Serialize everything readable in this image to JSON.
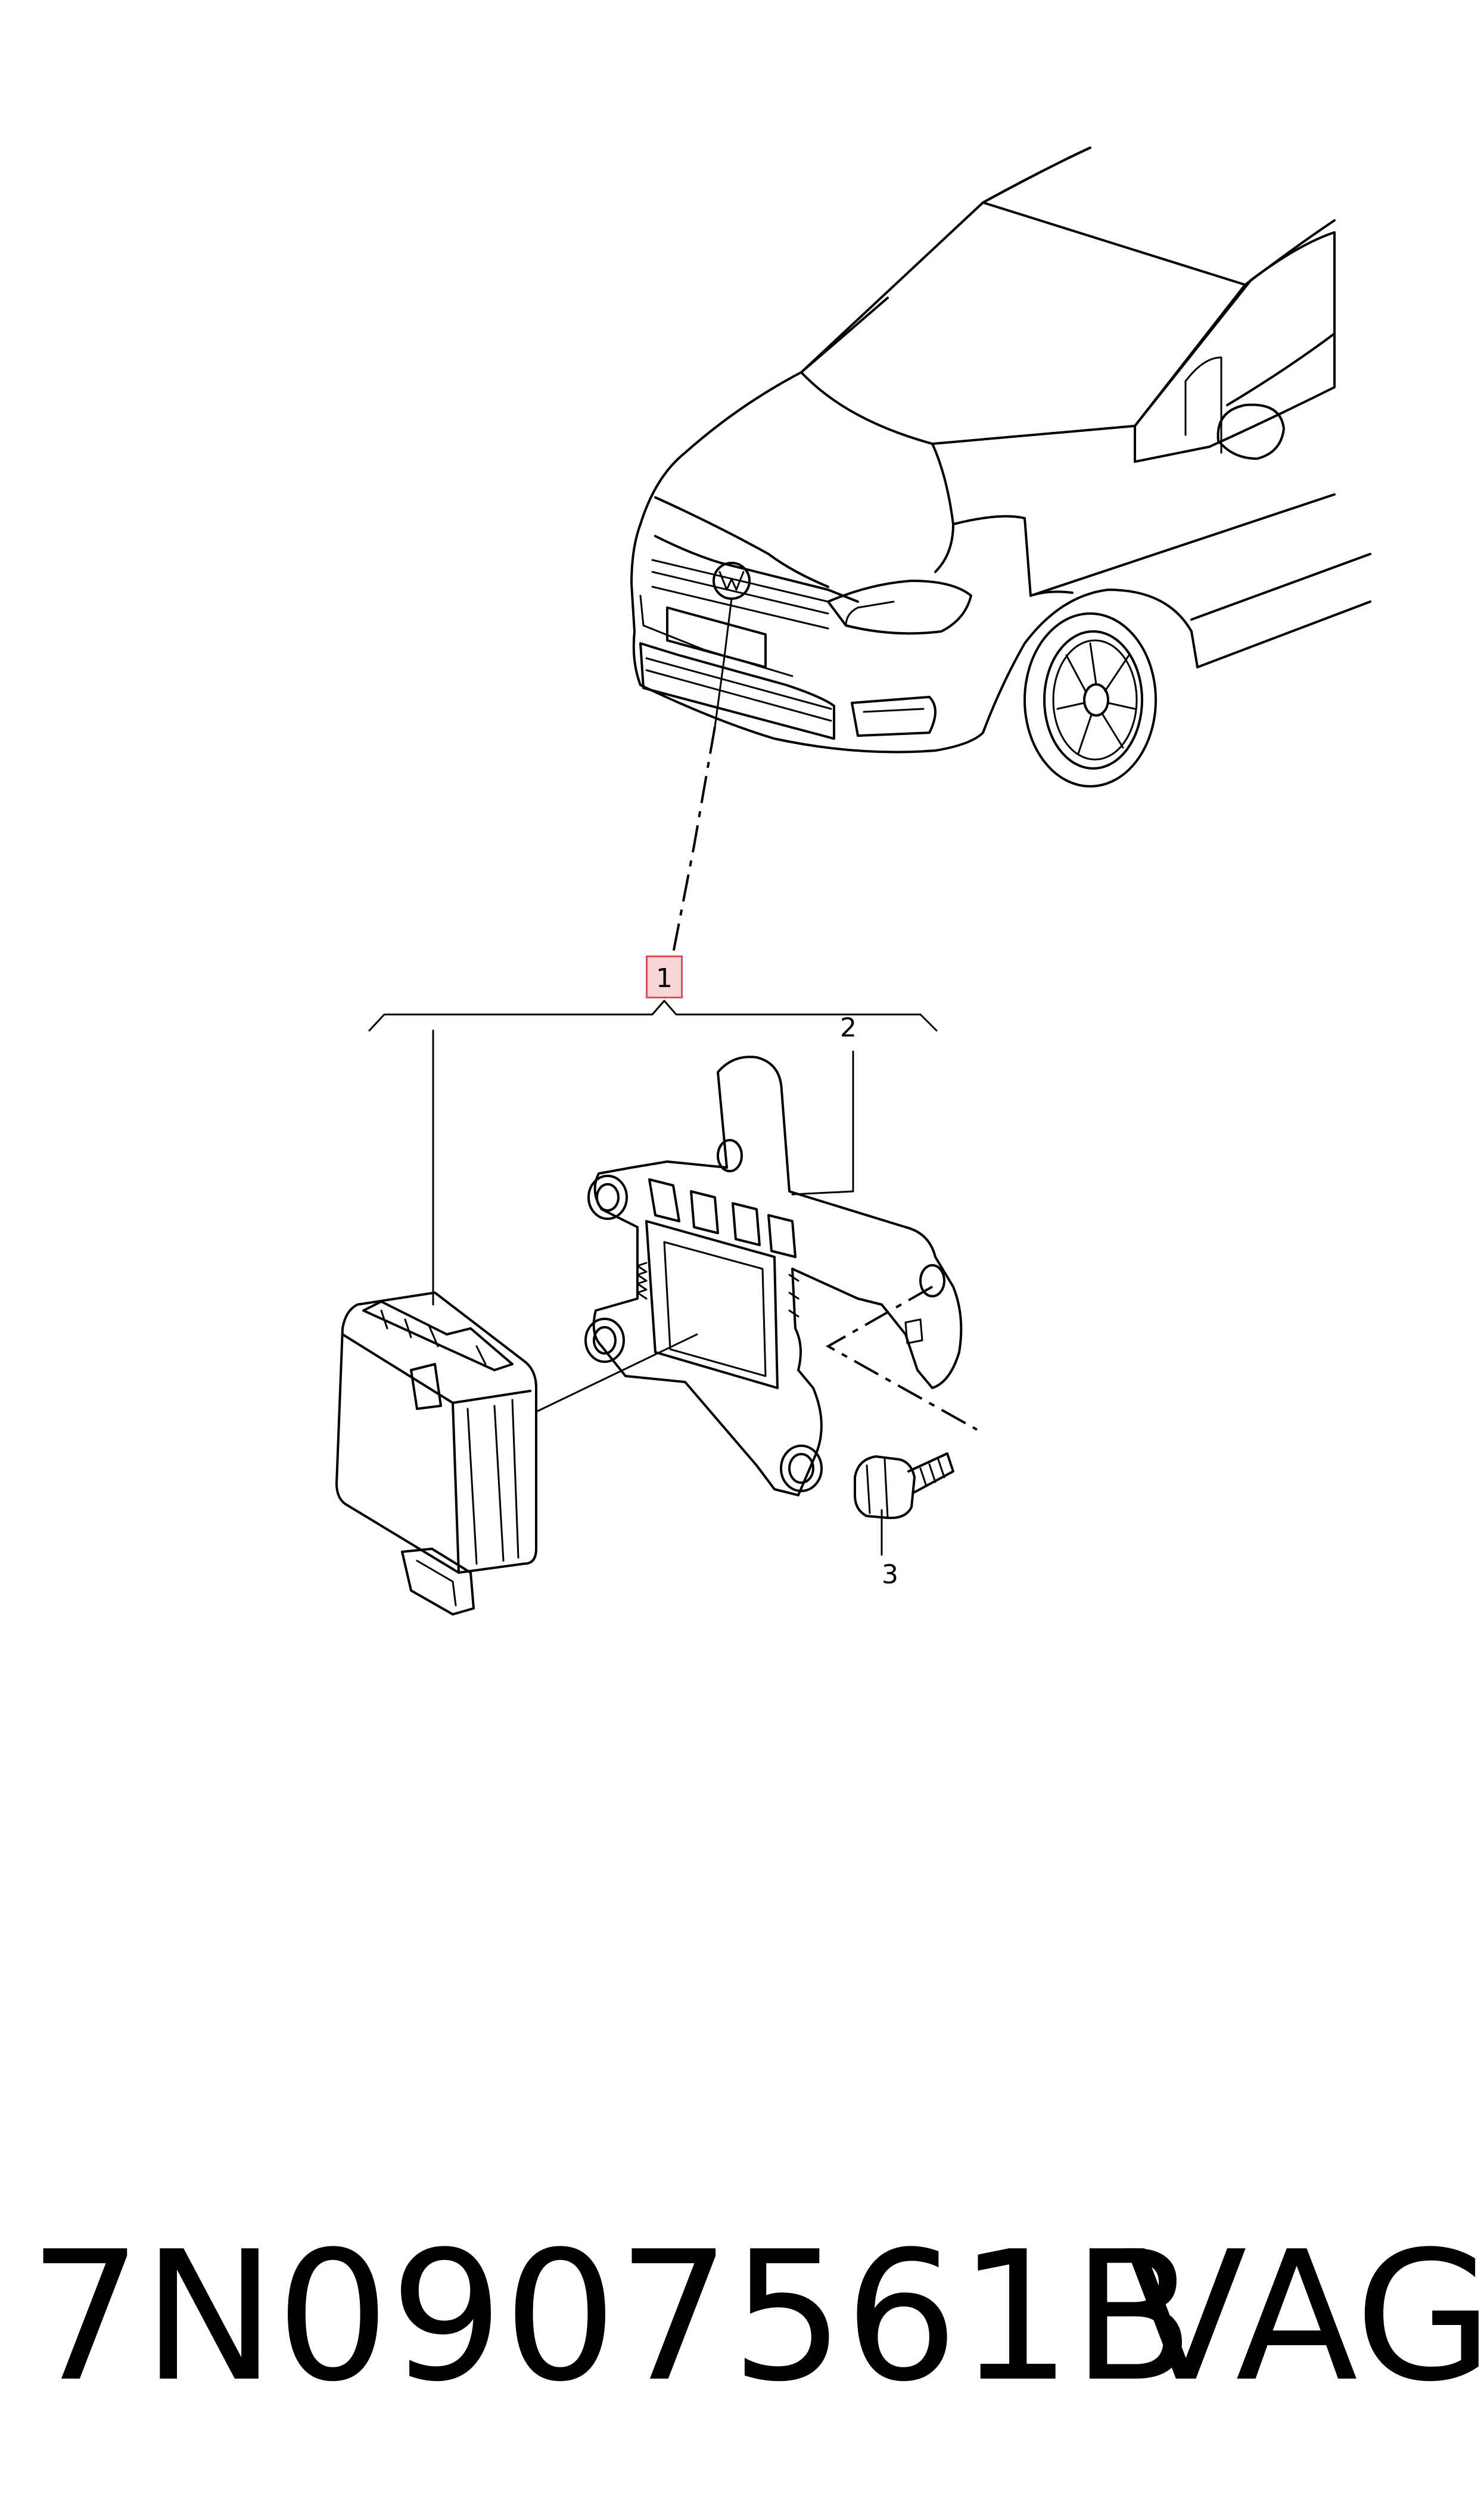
{
  "diagram": {
    "callouts": [
      {
        "label": "1",
        "part": "sensor-assembly"
      },
      {
        "label": "2",
        "part": "bracket"
      },
      {
        "label": "3",
        "part": "bolt"
      }
    ],
    "highlight_color": "#f7d4d6",
    "highlight_border_color": "#e34d57"
  },
  "footer": {
    "part_number": "7N0907561B",
    "brand": "VAG"
  }
}
